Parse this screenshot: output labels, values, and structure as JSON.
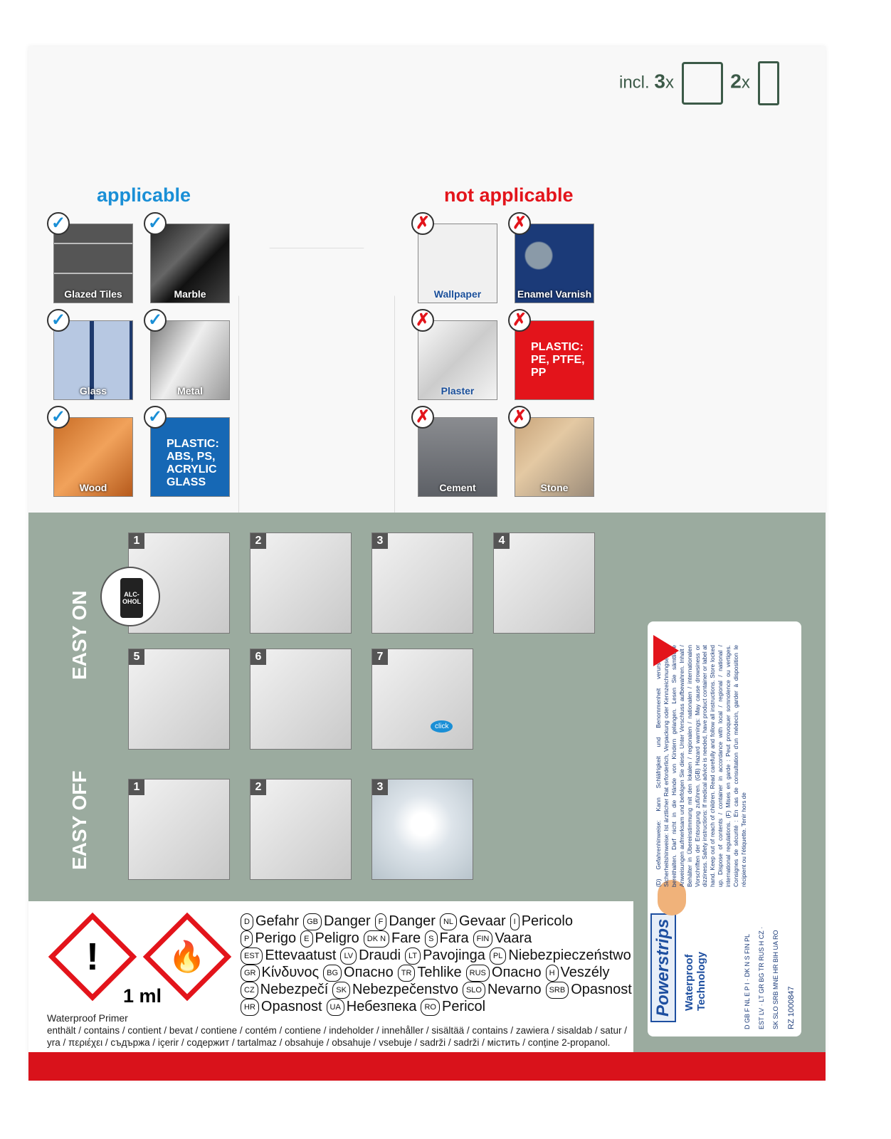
{
  "included": {
    "prefix": "incl.",
    "count_a": "3",
    "x_a": "x",
    "count_b": "2",
    "x_b": "x"
  },
  "applicable": {
    "title": "applicable",
    "items": [
      {
        "label": "Glazed Tiles"
      },
      {
        "label": "Marble"
      },
      {
        "label": "Glass"
      },
      {
        "label": "Metal"
      },
      {
        "label": "Wood"
      },
      {
        "label": "PLASTIC: ABS, PS, ACRYLIC GLASS"
      }
    ]
  },
  "not_applicable": {
    "title": "not applicable",
    "items": [
      {
        "label": "Wallpaper"
      },
      {
        "label": "Enamel Varnish"
      },
      {
        "label": "Plaster"
      },
      {
        "label": "PLASTIC: PE, PTFE, PP"
      },
      {
        "label": "Cement"
      },
      {
        "label": "Stone"
      }
    ]
  },
  "colors": {
    "applicable": "#1a8fd6",
    "not_applicable": "#e3141b",
    "green_panel": "#9bab9f",
    "red_band": "#d9121b"
  },
  "easy_on": {
    "label": "EASY ON",
    "steps": [
      "1",
      "2",
      "3",
      "4",
      "5",
      "6",
      "7"
    ],
    "alcohol": "ALC-OHOL",
    "click": "click"
  },
  "easy_off": {
    "label": "EASY OFF",
    "steps": [
      "1",
      "2",
      "3"
    ]
  },
  "hazard": {
    "volume": "1 ml",
    "lines": [
      [
        [
          "D",
          "Gefahr"
        ],
        [
          "GB",
          "Danger"
        ],
        [
          "F",
          "Danger"
        ],
        [
          "NL",
          "Gevaar"
        ],
        [
          "I",
          "Pericolo"
        ]
      ],
      [
        [
          "P",
          "Perigo"
        ],
        [
          "E",
          "Peligro"
        ],
        [
          "DK N",
          "Fare"
        ],
        [
          "S",
          "Fara"
        ],
        [
          "FIN",
          "Vaara"
        ]
      ],
      [
        [
          "EST",
          "Ettevaatust"
        ],
        [
          "LV",
          "Draudi"
        ],
        [
          "LT",
          "Pavojinga"
        ],
        [
          "PL",
          "Niebezpieczeństwo"
        ]
      ],
      [
        [
          "GR",
          "Κίνδυνος"
        ],
        [
          "BG",
          "Опасно"
        ],
        [
          "TR",
          "Tehlike"
        ],
        [
          "RUS",
          "Опасно"
        ],
        [
          "H",
          "Veszély"
        ]
      ],
      [
        [
          "CZ",
          "Nebezpečí"
        ],
        [
          "SK",
          "Nebezpečenstvo"
        ],
        [
          "SLO",
          "Nevarno"
        ],
        [
          "SRB",
          "Opasnost"
        ]
      ],
      [
        [
          "HR",
          "Opasnost"
        ],
        [
          "UA",
          "Небезпека"
        ],
        [
          "RO",
          "Pericol"
        ]
      ]
    ],
    "product": "Waterproof Primer",
    "contains": "enthält / contains / contient / bevat / contiene / contém / contiene / indeholder / innehåller / sisältää / contains / zawiera / sisaldab / satur / yra / περιέχει / съдържа / içerir / содержит / tartalmaz / obsahuje / obsahuje / vsebuje / sadrži / sadrži / містить / conține 2-propanol."
  },
  "label_card": {
    "brand": "Powerstrips",
    "brand_sub": "Waterproof Technology",
    "ref": "RZ 1000847",
    "country_codes": "D GB F NL E P I · DK N S FIN PL EST LV · LT GR BG TR RUS H CZ · SK SLO SRB MNE HR BIH UA RO",
    "text": "(D) Gefahrenhinweise: Kann Schläfrigkeit und Benommenheit verursachen. Sicherheitshinweise: Ist ärztlicher Rat erforderlich, Verpackung oder Kennzeichnungsetikett bereithalten. Darf nicht in die Hände von Kindern gelangen. Lesen Sie sämtliche Anweisungen aufmerksam und befolgen Sie diese. Unter Verschluss aufbewahren. Inhalt / Behälter in Übereinstimmung mit den lokalen / regionalen / nationalen / internationalen Vorschriften der Entsorgung zuführen. (GB) Hazard warnings: May cause drowsiness or dizziness. Safety instructions: If medical advice is needed, have product container or label at hand. Keep out of reach of children. Read carefully and follow all instructions. Store locked up. Dispose of contents / container in accordance with local / regional / national / international regulations. (F) Mises en garde : Peut provoquer somnolence ou vertiges. Consignes de sécurité : En cas de consultation d'un médecin, garder à disposition le récipient ou l'étiquette. Tenir hors de"
  }
}
